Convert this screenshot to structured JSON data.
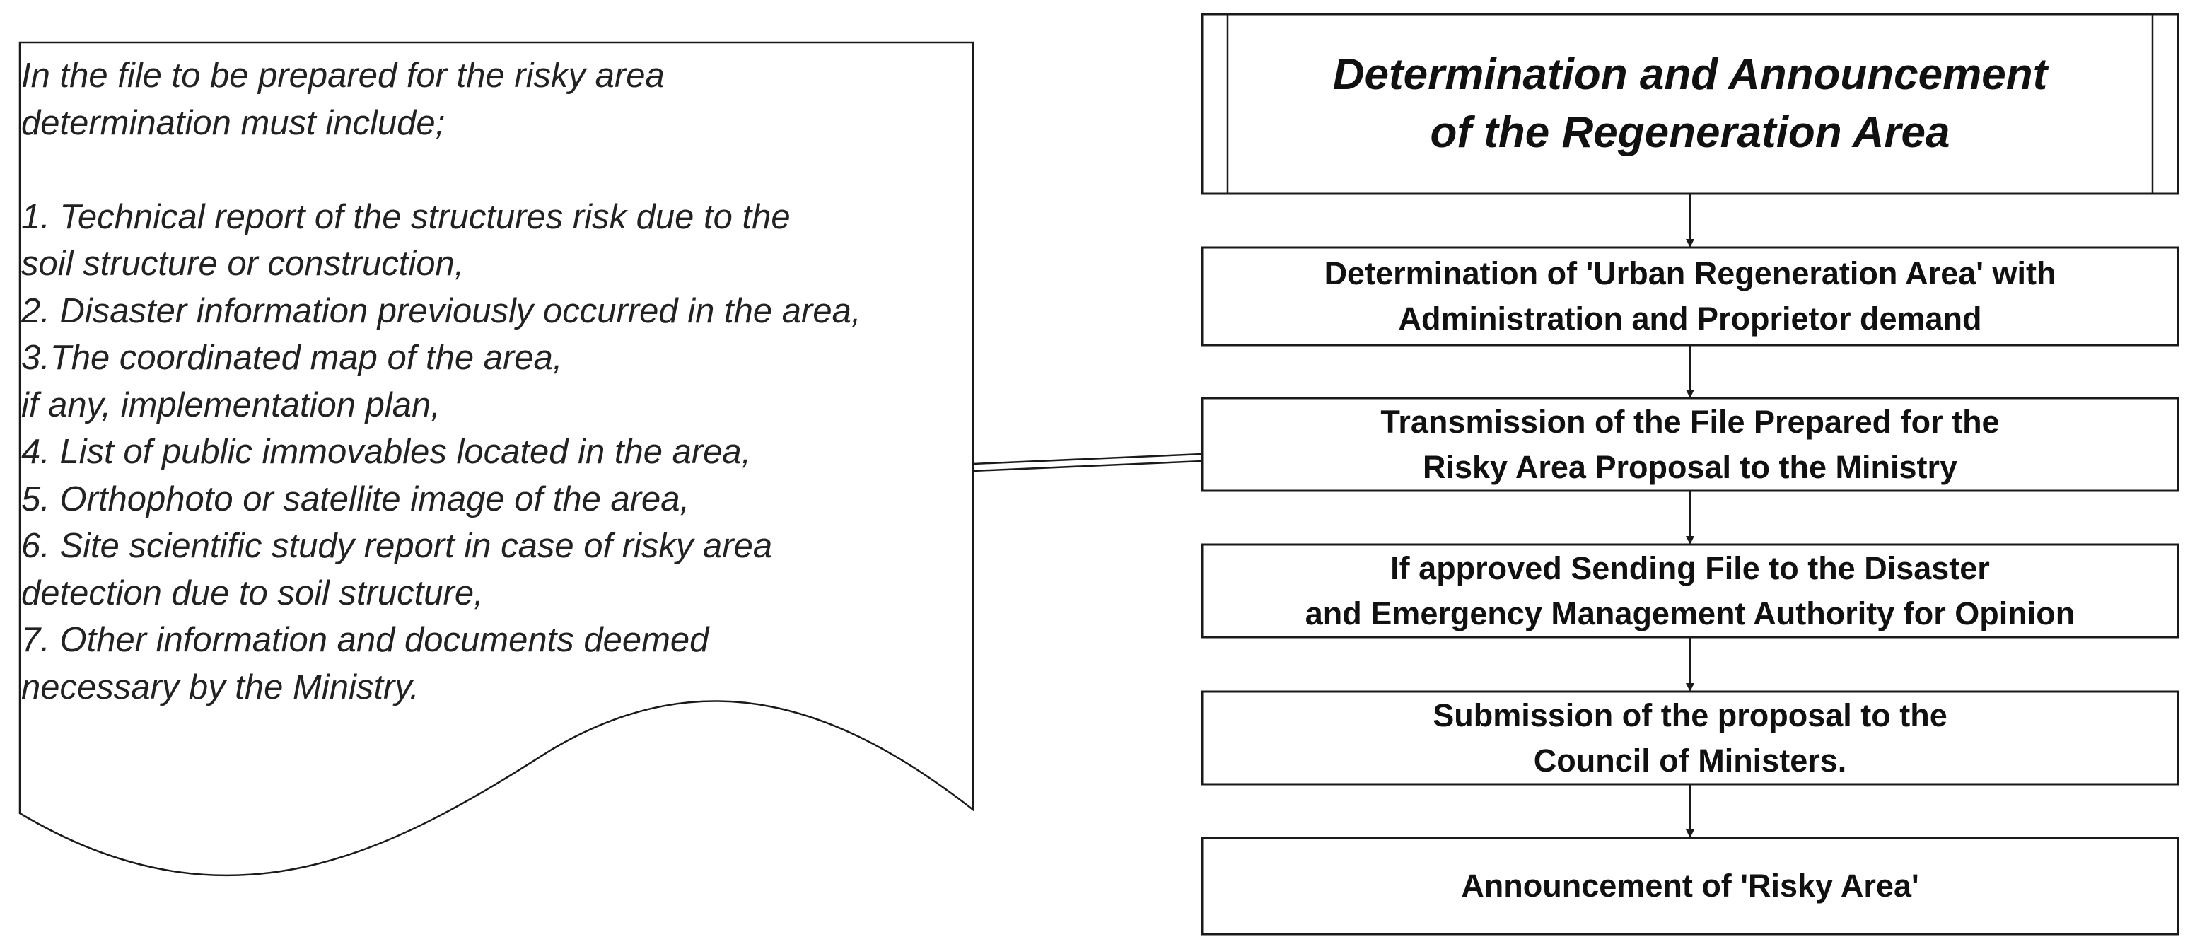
{
  "document": {
    "lines": [
      "In the file to be prepared for the risky area",
      "determination must include;",
      "",
      "1. Technical report of the structures risk due to the",
      "soil structure or construction,",
      "2. Disaster information previously occurred in the area,",
      "3.The coordinated map of the area,",
      "if any, implementation plan,",
      "4. List of public immovables located in the area,",
      "5. Orthophoto or satellite image of the area,",
      "6. Site scientific study report in case of risky area",
      "detection due to soil structure,",
      "7. Other information and documents deemed",
      "necessary by the Ministry."
    ]
  },
  "flow": {
    "title": {
      "lines": [
        "Determination and Announcement",
        "of the Regeneration Area"
      ]
    },
    "steps": [
      {
        "lines": [
          "Determination of 'Urban Regeneration Area' with",
          "Administration and Proprietor demand"
        ]
      },
      {
        "lines": [
          "Transmission of the File Prepared for the",
          "Risky Area Proposal to the Ministry"
        ]
      },
      {
        "lines": [
          "If approved Sending File to the Disaster",
          "and Emergency Management Authority for Opinion"
        ]
      },
      {
        "lines": [
          "Submission of the proposal to the",
          "Council of Ministers."
        ]
      },
      {
        "lines": [
          "Announcement of 'Risky Area'"
        ]
      }
    ]
  },
  "colors": {
    "stroke": "#1a1a1a",
    "background": "#ffffff"
  }
}
